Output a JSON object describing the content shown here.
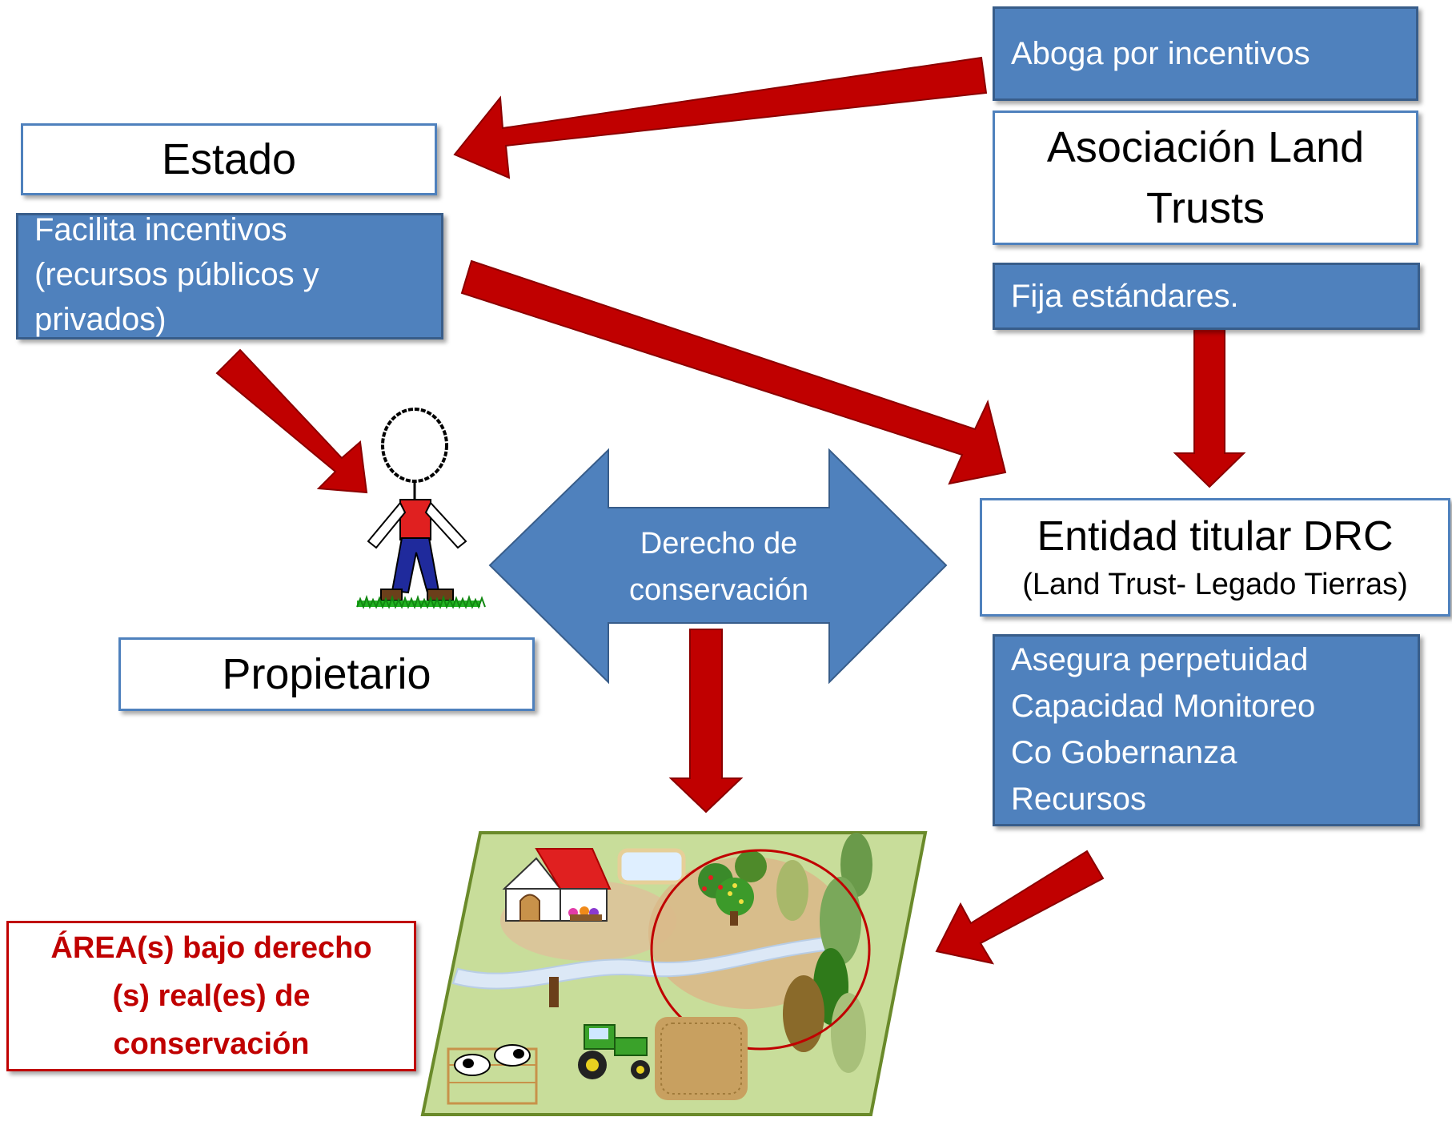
{
  "estado": {
    "title": "Estado",
    "desc_lines": [
      "Facilita  incentivos",
      "(recursos públicos y",
      "privados)"
    ]
  },
  "asociacion": {
    "badge": "Aboga por incentivos",
    "title_lines": [
      "Asociación Land",
      "Trusts"
    ],
    "desc": "Fija estándares."
  },
  "propietario": {
    "title": "Propietario"
  },
  "derecho": {
    "label_lines": [
      "Derecho de",
      "conservación"
    ]
  },
  "entidad": {
    "title": "Entidad titular DRC",
    "subtitle": "(Land Trust- Legado Tierras)",
    "desc_lines": [
      "Asegura perpetuidad",
      "Capacidad Monitoreo",
      "Co Gobernanza",
      "Recursos"
    ]
  },
  "area": {
    "label_lines": [
      "ÁREA(s) bajo  derecho",
      "(s)  real(es) de",
      "conservación"
    ]
  },
  "colors": {
    "arrow_red": "#c00000",
    "box_blue": "#4f81bd",
    "text_red": "#c00000"
  }
}
